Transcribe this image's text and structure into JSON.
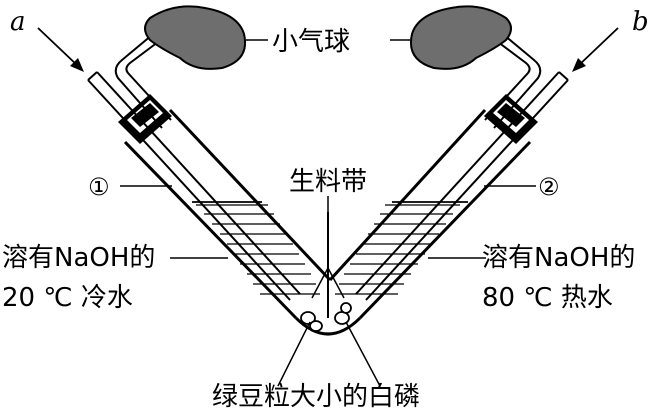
{
  "labels": {
    "balloon": "小气球",
    "tube_a": "a",
    "tube_b": "b",
    "tube1": "①",
    "tube2": "②",
    "plastic_strip": "生料带",
    "left_solution_line1": "溶有NaOH的",
    "left_solution_line2": "20 ℃ 冷水",
    "right_solution_line1": "溶有NaOH的",
    "right_solution_line2": "80 ℃ 热水",
    "white_phosphorus": "绿豆粒大小的白磷"
  },
  "colors": {
    "ink": "#000000",
    "balloon_fill": "#6e6e6e",
    "liquid_fill": "#ffffff",
    "background": "#ffffff"
  }
}
